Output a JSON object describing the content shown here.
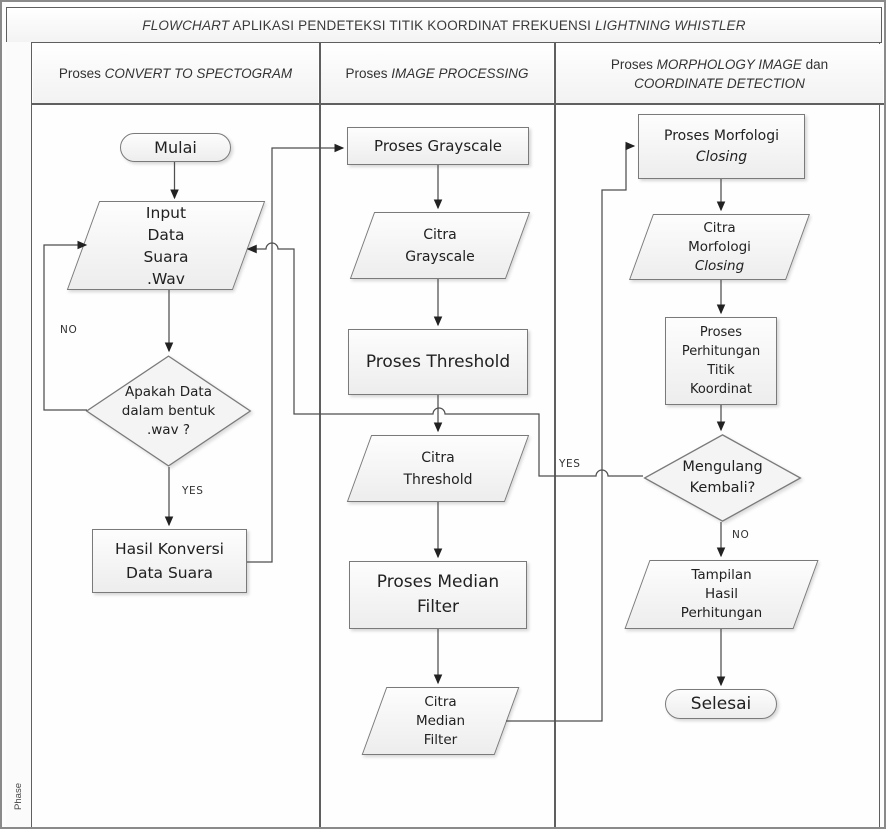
{
  "title": {
    "part1_italic": "FLOWCHART",
    "part2": " APLIKASI PENDETEKSI TITIK KOORDINAT FREKUENSI ",
    "part3_italic": "LIGHTNING WHISTLER"
  },
  "phase_label": "Phase",
  "lanes": [
    {
      "prefix": "Proses ",
      "name_italic": "CONVERT TO SPECTOGRAM"
    },
    {
      "prefix": "Proses ",
      "name_italic": "IMAGE PROCESSING"
    },
    {
      "prefix": "Proses ",
      "name_italic": "MORPHOLOGY IMAGE",
      "mid": " dan",
      "name2_italic": "COORDINATE DETECTION"
    }
  ],
  "nodes": {
    "mulai": {
      "type": "terminator",
      "label": "Mulai"
    },
    "input_data": {
      "type": "io",
      "lines": [
        "Input",
        "Data",
        "Suara",
        ".Wav"
      ]
    },
    "cek_wav": {
      "type": "decision",
      "lines": [
        "Apakah Data",
        "dalam bentuk",
        ".wav ?"
      ]
    },
    "hasil_konversi": {
      "type": "process",
      "lines": [
        "Hasil Konversi",
        "Data Suara"
      ]
    },
    "proses_grayscale": {
      "type": "process",
      "label": "Proses Grayscale"
    },
    "citra_grayscale": {
      "type": "io",
      "lines": [
        "Citra",
        "Grayscale"
      ]
    },
    "proses_threshold": {
      "type": "process",
      "label": "Proses Threshold"
    },
    "citra_threshold": {
      "type": "io",
      "lines": [
        "Citra",
        "Threshold"
      ]
    },
    "proses_median": {
      "type": "process",
      "lines": [
        "Proses Median",
        "Filter"
      ]
    },
    "citra_median": {
      "type": "io",
      "lines": [
        "Citra",
        "Median",
        "Filter"
      ]
    },
    "proses_morfologi": {
      "type": "process",
      "line1": "Proses Morfologi",
      "line2_italic": "Closing"
    },
    "citra_morfologi": {
      "type": "io",
      "line1": "Citra",
      "line2": "Morfologi",
      "line3_italic": "Closing"
    },
    "proses_perhitungan": {
      "type": "process",
      "lines": [
        "Proses",
        "Perhitungan",
        "Titik",
        "Koordinat"
      ]
    },
    "mengulang": {
      "type": "decision",
      "lines": [
        "Mengulang",
        "Kembali?"
      ]
    },
    "tampilan": {
      "type": "io",
      "lines": [
        "Tampilan",
        "Hasil",
        "Perhitungan"
      ]
    },
    "selesai": {
      "type": "terminator",
      "label": "Selesai"
    }
  },
  "edge_labels": {
    "no_wav": "NO",
    "yes_wav": "YES",
    "yes_ulang": "YES",
    "no_ulang": "NO"
  },
  "colors": {
    "shape_border": "#7a7a7a",
    "shape_fill_top": "#fdfdfd",
    "shape_fill_bottom": "#ededed",
    "connector_line": "#4f4f4f",
    "arrowhead": "#222222",
    "lane_border": "#5f5f5f",
    "text": "#212121",
    "header_background": "#f2f2f2"
  }
}
